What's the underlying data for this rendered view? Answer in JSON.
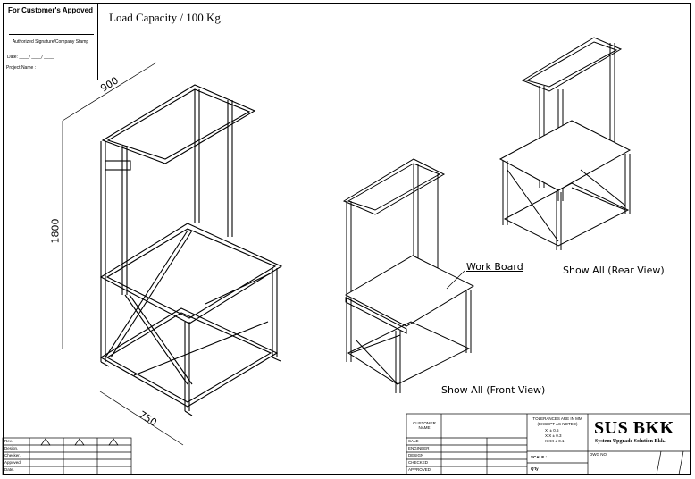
{
  "stamp": {
    "heading": "For Customer's Appoved",
    "signature_label": "Authorized Signature/Company Stamp",
    "date_label": "Date: ____/ ____/ ____",
    "project_label": "Project Name :"
  },
  "title": "Load Capacity / 100 Kg.",
  "dimensions": {
    "width": "900",
    "height": "1800",
    "depth": "750"
  },
  "labels": {
    "work_board": "Work Board",
    "rear_view": "Show All (Rear View)",
    "front_view": "Show All (Front View)"
  },
  "revision_table": {
    "rows": [
      "Rev.",
      "Design.",
      "Checker.",
      "Appoved.",
      "Date."
    ]
  },
  "title_block": {
    "customer_name": "CUSTOMER NAME",
    "roles": [
      "SALE",
      "ENGINEER",
      "DESIGN",
      "CHECKED",
      "APPROVED"
    ],
    "tolerances": [
      "TOLERANCES ARE IN MM",
      "(EXCEPT AS NOTED)",
      "X.  ± 0.5",
      "X.X  ± 0.3",
      "X.XX  ± 0.1"
    ],
    "scale_label": "SCALE :",
    "qty_label": "Q'ty :",
    "dwg_label": "DWG NO.",
    "company": "SUS BKK",
    "company_sub": "System Upgrade Solution Bkk."
  }
}
